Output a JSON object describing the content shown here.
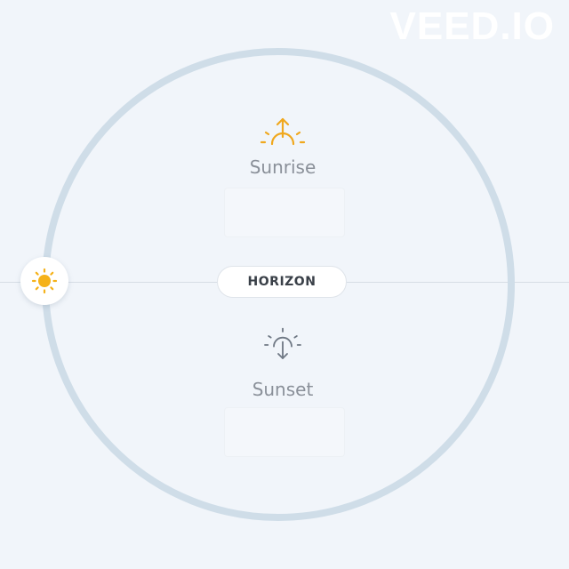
{
  "watermark": {
    "text": "VEED.IO"
  },
  "diagram": {
    "horizon_label": "HORIZON",
    "sun_position": "horizon-left",
    "sunrise": {
      "label": "Sunrise",
      "icon": "sunrise-icon",
      "color": "#f0a81e",
      "time": ""
    },
    "sunset": {
      "label": "Sunset",
      "icon": "sunset-icon",
      "color": "#6f7884",
      "time": ""
    },
    "colors": {
      "background": "#f1f5fa",
      "orbit": "#cfdde8",
      "sun": "#f5b21a"
    }
  }
}
